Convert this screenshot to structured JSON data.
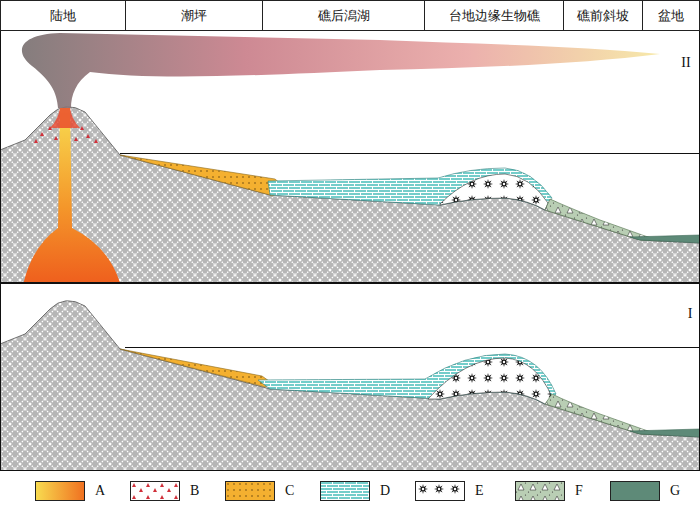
{
  "diagram": {
    "nodes": [
      {
        "text": [
          "陆地"
        ]
      },
      {
        "text": [
          "潮坪"
        ]
      },
      {
        "text": [
          "礁后潟湖"
        ]
      },
      {
        "text": [
          "台地边缘生物礁"
        ]
      },
      {
        "text": [
          "礁前斜坡"
        ]
      },
      {
        "text": [
          "盆地"
        ]
      }
    ],
    "labels": [
      "II",
      "I"
    ],
    "legend": [
      {
        "text": "A"
      },
      {
        "text": "B"
      },
      {
        "text": "C"
      },
      {
        "text": "D"
      },
      {
        "text": "E"
      },
      {
        "text": "F"
      },
      {
        "text": "G",
        "color": "#5e8a78"
      }
    ]
  }
}
